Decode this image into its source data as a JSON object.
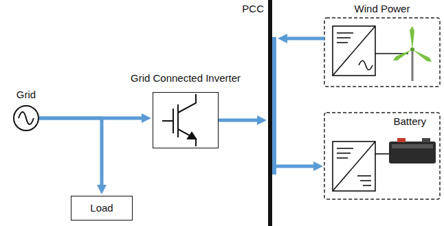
{
  "diagram": {
    "nodes": [
      {
        "text": [
          "Grid"
        ]
      },
      {
        "text": [
          "Load"
        ]
      },
      {
        "text": [
          "Grid Connected Inverter"
        ]
      },
      {
        "text": [
          "PCC"
        ]
      },
      {
        "text": [
          "Wind Power"
        ]
      },
      {
        "text": [
          "Battery"
        ]
      }
    ],
    "edges": [
      {
        "from": 0,
        "to": 2,
        "arrow": "to"
      },
      {
        "from": 0,
        "to": 1,
        "arrow": "to"
      },
      {
        "from": 2,
        "to": 3,
        "arrow": "to"
      },
      {
        "from": 4,
        "to": 3,
        "arrow": "to"
      },
      {
        "from": 3,
        "to": 5,
        "arrow": "to"
      }
    ]
  }
}
